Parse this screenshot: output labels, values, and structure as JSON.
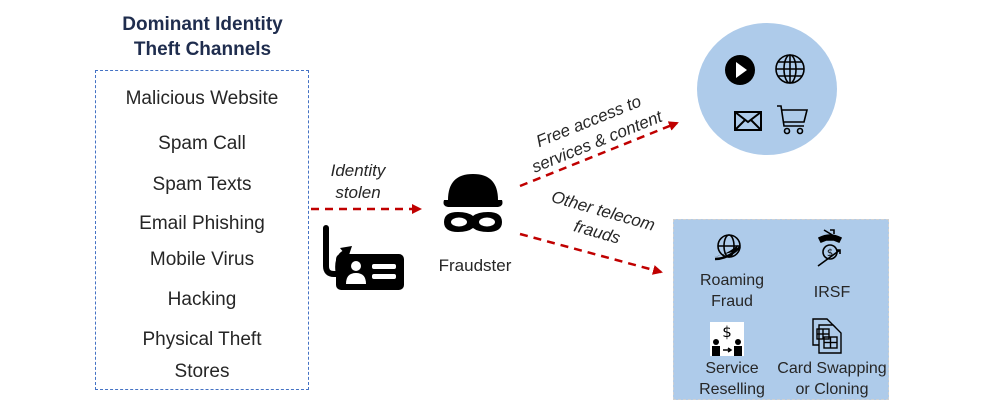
{
  "title": {
    "line1": "Dominant Identity",
    "line2": "Theft Channels"
  },
  "channels": [
    "Malicious Website",
    "Spam Call",
    "Spam Texts",
    "Email Phishing",
    "Mobile Virus",
    "Hacking",
    "Physical Theft",
    "Stores"
  ],
  "arrows": {
    "identity_stolen": {
      "line1": "Identity",
      "line2": "stolen"
    },
    "free_access": {
      "line1": "Free access to",
      "line2": "services & content"
    },
    "other_frauds": {
      "line1": "Other telecom",
      "line2": "frauds"
    }
  },
  "fraudster": {
    "label": "Fraudster"
  },
  "services_icons": [
    "play-icon",
    "globe-icon",
    "mail-icon",
    "cart-icon"
  ],
  "frauds": [
    {
      "icon": "roaming-globe-icon",
      "line1": "Roaming",
      "line2": "Fraud"
    },
    {
      "icon": "irsf-phone-dollar-icon",
      "line1": "IRSF",
      "line2": ""
    },
    {
      "icon": "service-reselling-icon",
      "line1": "Service",
      "line2": "Reselling"
    },
    {
      "icon": "sim-card-icon",
      "line1": "Card Swapping",
      "line2": "or Cloning"
    }
  ],
  "colors": {
    "title": "#1f2d4e",
    "arrow": "#c00000",
    "box_border": "#4472c4",
    "panel_fill": "#aecbea"
  }
}
